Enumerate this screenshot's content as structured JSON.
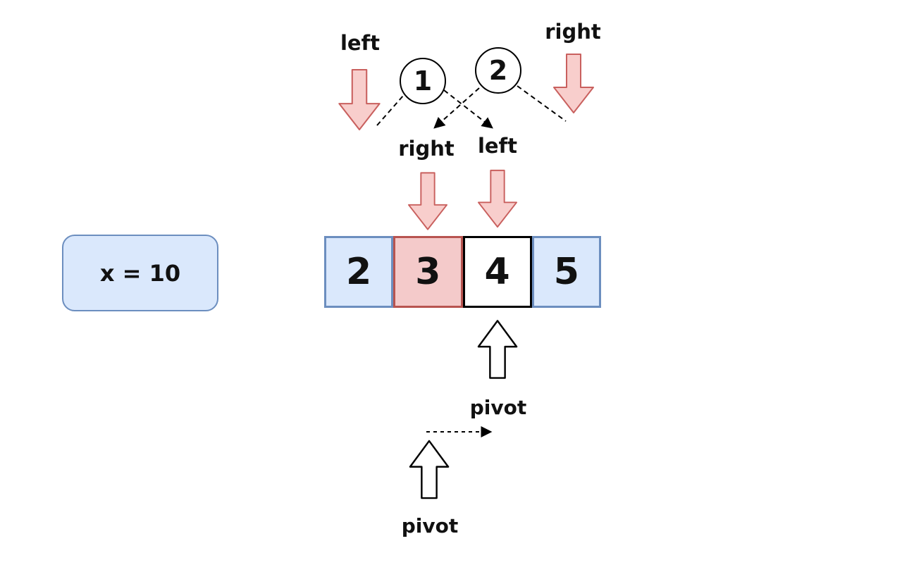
{
  "top": {
    "left_pointer_label": "left",
    "right_pointer_label": "right",
    "step_circle_1": "1",
    "step_circle_2": "2",
    "moved_right_label": "right",
    "moved_left_label": "left"
  },
  "variable_box": {
    "text": "x = 10"
  },
  "array": {
    "cells": [
      "2",
      "3",
      "4",
      "5"
    ],
    "cell_styles": [
      "blue",
      "red",
      "white",
      "blue"
    ]
  },
  "pivot": {
    "new_label": "pivot",
    "old_label": "pivot"
  },
  "colors": {
    "blue_fill": "#dae8fc",
    "blue_border": "#6c8ebf",
    "pink_fill": "#f8cecc",
    "pink_border": "#b85450",
    "line": "#000000"
  }
}
